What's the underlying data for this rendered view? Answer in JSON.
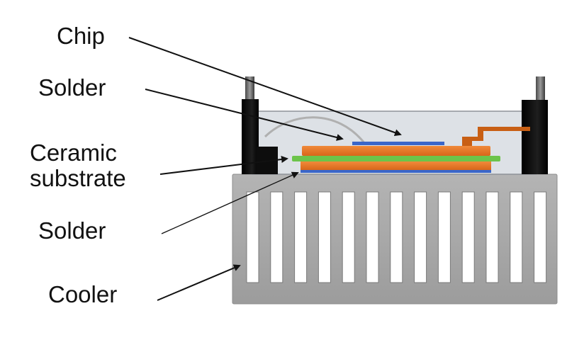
{
  "labels": {
    "chip": "Chip",
    "solder_top": "Solder",
    "ceramic_line1": "Ceramic",
    "ceramic_line2": "substrate",
    "solder_bottom": "Solder",
    "cooler": "Cooler"
  },
  "colors": {
    "cooler": "#a9a9a9",
    "cooler_edge": "#8c8c8c",
    "slot": "#ffffff",
    "housing": "#0d0d0d",
    "enclosure_fill": "#dde1e6",
    "enclosure_edge": "#8e9298",
    "copper": "#e8721e",
    "ceramic": "#6cc44a",
    "solder_layer": "#3a66c9",
    "terminal": "#c85f14",
    "pin": "#6a6a6a",
    "wire": "#b0b0b0",
    "arrow": "#111111"
  }
}
